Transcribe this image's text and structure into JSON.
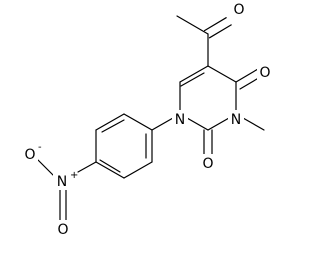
{
  "atoms": {
    "o_acetyl": "O",
    "o_c4": "O",
    "o_c2": "O",
    "n1": "N",
    "n3": "N",
    "n_nitro": "N",
    "n_nitro_charge": "+",
    "o_nitro_up": "O",
    "o_nitro_left": "O",
    "o_nitro_charge": "-"
  },
  "colors": {
    "bond": "#000000",
    "label": "#000000",
    "background": "#ffffff"
  }
}
